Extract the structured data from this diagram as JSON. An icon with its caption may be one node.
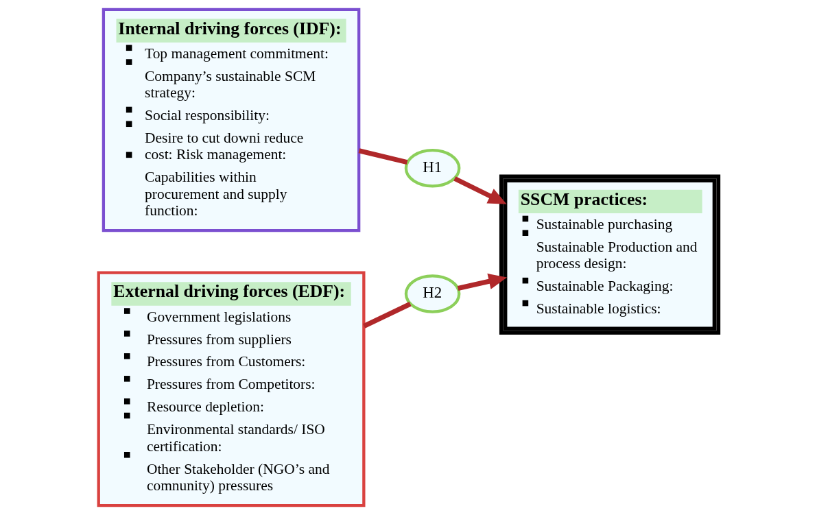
{
  "diagram": {
    "nodes": [
      {
        "text": [
          "Internal driving forces (IDF):",
          "Top management commitment:",
          "Company’s sustainable SCM strategy:",
          "Social responsibility:",
          "Desire to cut downi reduce cost: Risk management:",
          "Capabilities within procurement and supply function:"
        ]
      },
      {
        "text": [
          "H1"
        ]
      },
      {
        "text": [
          "SSCM practices:",
          "Sustainable purchasing",
          "Sustainable Production and process design:",
          "Sustainable Packaging:",
          "Sustainable logistics:"
        ]
      },
      {
        "text": [
          "External driving forces (EDF):",
          "Government legislations",
          "Pressures from suppliers",
          "Pressures from Customers:",
          "Pressures from Competitors:",
          "Resource depletion:",
          "Environmental standards/ ISO certification:",
          "Other Stakeholder (NGO’s and comnunity) pressures"
        ]
      },
      {
        "text": [
          "H2"
        ]
      }
    ],
    "edges": [
      {
        "from": 0,
        "to": 1,
        "arrow": "none"
      },
      {
        "from": 1,
        "to": 2,
        "arrow": "to"
      },
      {
        "from": 3,
        "to": 4,
        "arrow": "none"
      },
      {
        "from": 4,
        "to": 2,
        "arrow": "to"
      }
    ]
  }
}
